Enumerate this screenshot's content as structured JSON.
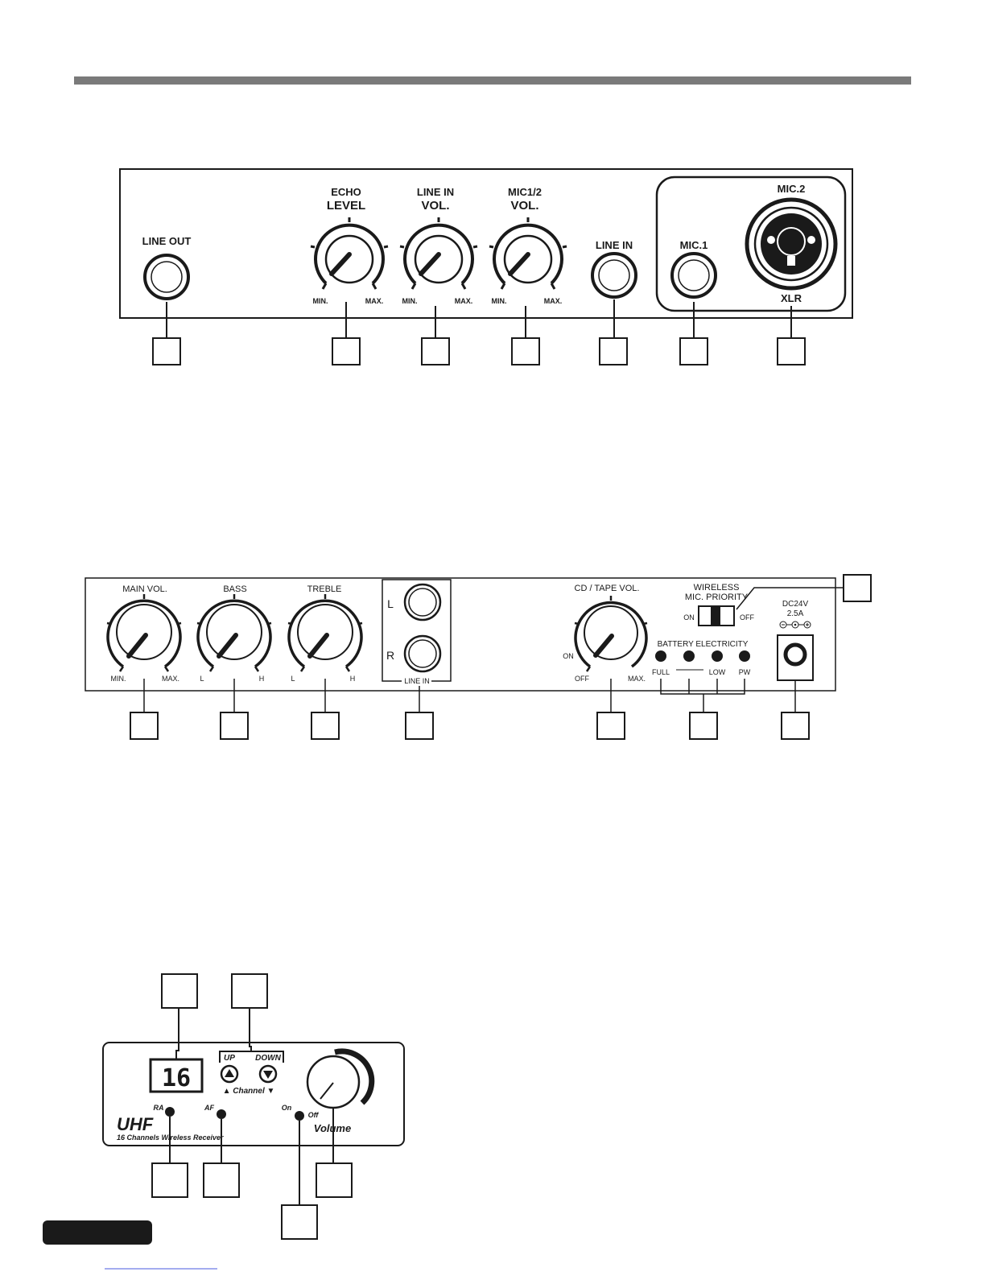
{
  "colors": {
    "ink": "#1a1a1a",
    "header_bar": "#7a7a7a",
    "page": "#ffffff"
  },
  "panel1": {
    "line_out": "LINE OUT",
    "echo_level": {
      "line1": "ECHO",
      "line2": "LEVEL",
      "min": "MIN.",
      "max": "MAX."
    },
    "line_in_vol": {
      "line1": "LINE IN",
      "line2": "VOL.",
      "min": "MIN.",
      "max": "MAX."
    },
    "mic12_vol": {
      "line1": "MIC1/2",
      "line2": "VOL.",
      "min": "MIN.",
      "max": "MAX."
    },
    "line_in": "LINE IN",
    "mic1": "MIC.1",
    "mic2": "MIC.2",
    "xlr": "XLR"
  },
  "panel2": {
    "main_vol": {
      "label": "MAIN VOL.",
      "min": "MIN.",
      "max": "MAX."
    },
    "bass": {
      "label": "BASS",
      "min": "L",
      "max": "H"
    },
    "treble": {
      "label": "TREBLE",
      "min": "L",
      "max": "H"
    },
    "line_in": {
      "left": "L",
      "right": "R",
      "label": "LINE IN"
    },
    "cd_tape_vol": {
      "label": "CD / TAPE VOL.",
      "on": "ON",
      "off": "OFF",
      "max": "MAX."
    },
    "wireless_priority": {
      "line1": "WIRELESS",
      "line2": "MIC. PRIORITY",
      "on": "ON",
      "off": "OFF"
    },
    "battery": {
      "label": "BATTERY ELECTRICITY",
      "full": "FULL",
      "low": "LOW",
      "pw": "PW"
    },
    "dc": {
      "line1": "DC24V",
      "line2": "2.5A"
    }
  },
  "panel3": {
    "display": "16",
    "up": "UP",
    "down": "DOWN",
    "channel": "▲ Channel ▼",
    "ra": "RA",
    "af": "AF",
    "on": "On",
    "off": "Off",
    "volume": "Volume",
    "brand": "UHF",
    "subtitle": "16 Channels Wireless Receiver"
  }
}
